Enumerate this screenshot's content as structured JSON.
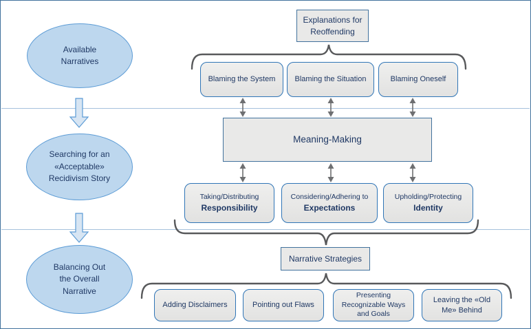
{
  "figure": {
    "left_flow": {
      "stages": [
        {
          "line1": "Available",
          "line2": "Narratives"
        },
        {
          "line1": "Searching for an",
          "line2": "«Acceptable»",
          "line3": "Recidivism Story"
        },
        {
          "line1": "Balancing Out",
          "line2": "the Overall",
          "line3": "Narrative"
        }
      ]
    },
    "explanations": {
      "title": "Explanations for Reoffending",
      "items": [
        "Blaming the System",
        "Blaming the Situation",
        "Blaming Oneself"
      ]
    },
    "meaning_making_label": "Meaning-Making",
    "mechanisms": [
      {
        "line1": "Taking/Distributing",
        "line2": "Responsibility"
      },
      {
        "line1": "Considering/Adhering to",
        "line2": "Expectations"
      },
      {
        "line1": "Upholding/Protecting",
        "line2": "Identity"
      }
    ],
    "strategies": {
      "title": "Narrative Strategies",
      "items": [
        "Adding Disclaimers",
        "Pointing out Flaws",
        "Presenting Recognizable Ways and Goals",
        "Leaving the «Old Me» Behind"
      ]
    },
    "colors": {
      "ellipse_fill": "#BDD7EE",
      "ellipse_border": "#5B9BD5",
      "box_fill": "#E9E9E8",
      "rounded_box_border": "#2E74B6",
      "rect_box_border": "#41719C",
      "text": "#1F3864",
      "connector_gray": "#58595B",
      "divider_blue": "#A6C1DC"
    }
  }
}
